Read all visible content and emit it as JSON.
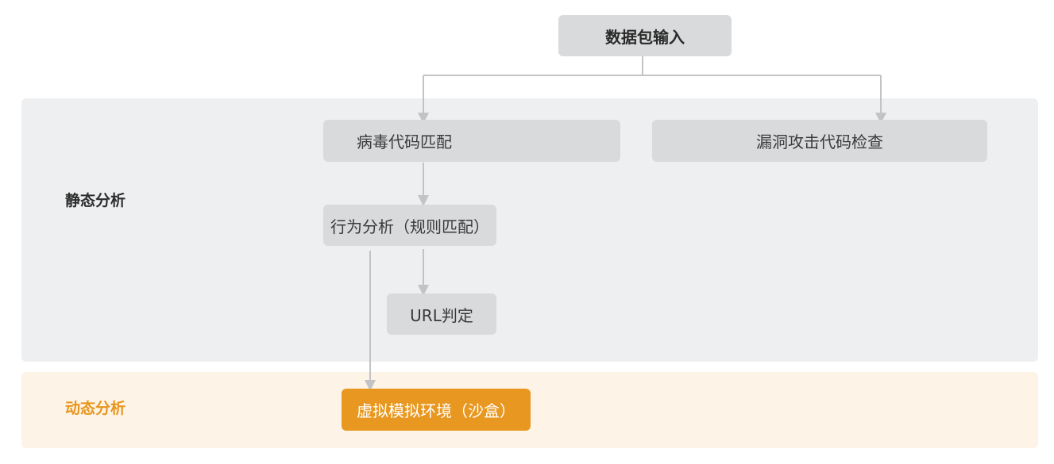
{
  "diagram": {
    "bands": {
      "static_label": "静态分析",
      "dynamic_label": "动态分析"
    },
    "nodes": {
      "input": "数据包输入",
      "virus_match": "病毒代码匹配",
      "vuln_check": "漏洞攻击代码检查",
      "behavior": "行为分析（规则匹配）",
      "url": "URL判定",
      "sandbox": "虚拟模拟环境（沙盒）"
    },
    "colors": {
      "static_band": "#eeeff1",
      "dynamic_band": "#fdf3e6",
      "node_grey": "#d9dadc",
      "accent_orange": "#e89820",
      "connector": "#c2c3c5"
    }
  }
}
